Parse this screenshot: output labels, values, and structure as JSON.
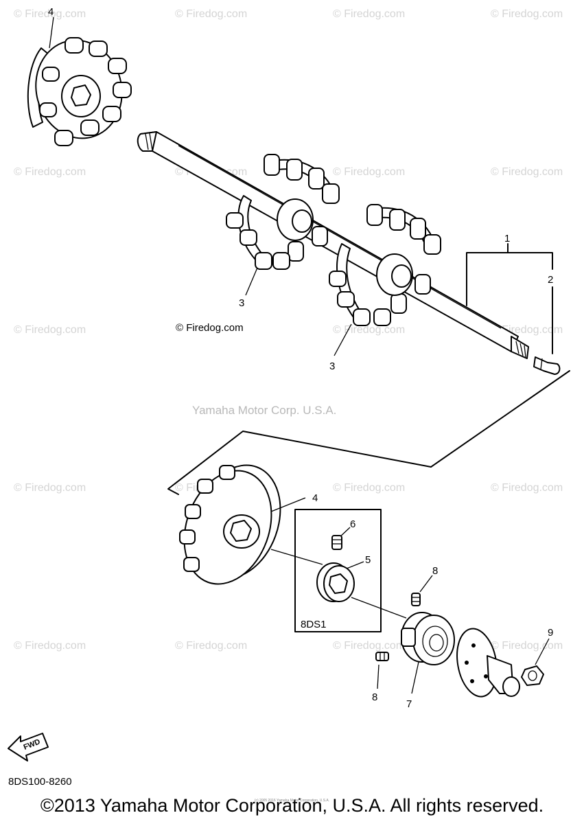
{
  "diagram": {
    "watermark_text": "© Firedog.com",
    "watermark_visible": "© Firedog.com",
    "center_watermark": "Yamaha Motor Corp. U.S.A.",
    "labels": {
      "p1": "1",
      "p2": "2",
      "p3a": "3",
      "p3b": "3",
      "p4a": "4",
      "p4b": "4",
      "p5": "5",
      "p6": "6",
      "p7": "7",
      "p8a": "8",
      "p8b": "8",
      "p9": "9",
      "box": "8DS1"
    },
    "fwd_label": "FWD",
    "catalog_code": "8DS100-8260",
    "copyright": "©2013 Yamaha Motor Corporation, U.S.A. All rights reserved.",
    "fine_print": "(c) 2005 2016 Yamaha Motor Corporation, U.S.A."
  }
}
